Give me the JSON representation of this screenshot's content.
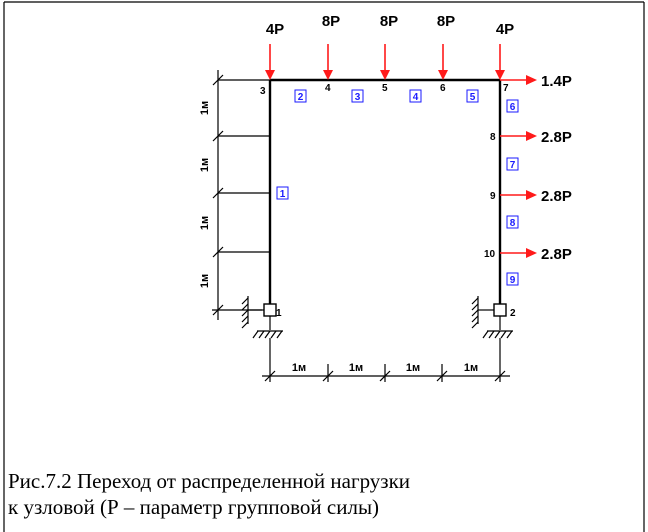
{
  "nodes": [
    "1",
    "2",
    "3",
    "4",
    "5",
    "6",
    "7",
    "8",
    "9",
    "10"
  ],
  "elements": [
    "1",
    "2",
    "3",
    "4",
    "5",
    "6",
    "7",
    "8",
    "9"
  ],
  "vertical_loads": [
    "4P",
    "8P",
    "8P",
    "8P",
    "4P"
  ],
  "horizontal_loads": [
    "1.4P",
    "2.8P",
    "2.8P",
    "2.8P"
  ],
  "left_dimensions": [
    "1м",
    "1м",
    "1м",
    "1м"
  ],
  "bottom_dimensions": [
    "1м",
    "1м",
    "1м",
    "1м"
  ],
  "caption": {
    "line1": "Рис.7.2 Переход от распределенной нагрузки",
    "line2": "к узловой (Р – параметр групповой силы)"
  },
  "colors": {
    "load": "#ff1a1a",
    "element_label": "#1a1aff",
    "member": "#000000"
  }
}
